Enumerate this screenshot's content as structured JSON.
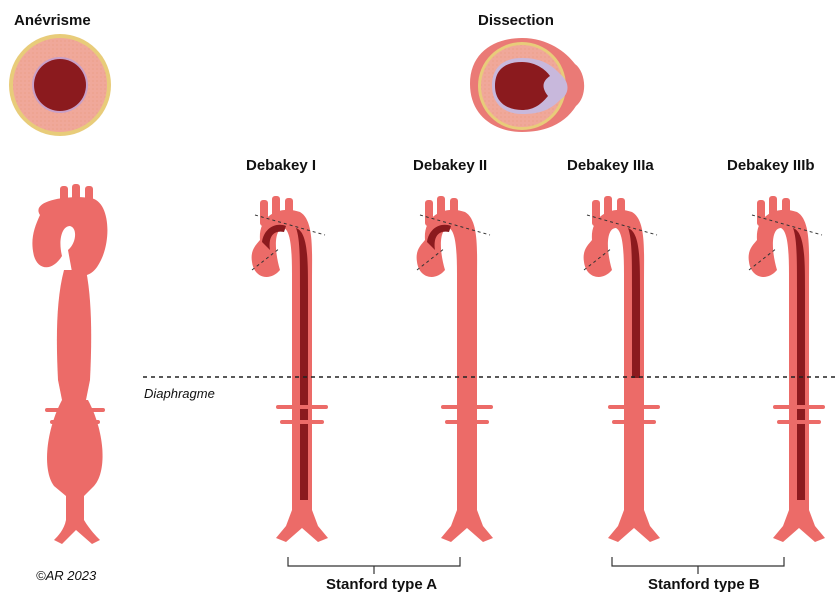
{
  "titles": {
    "aneurysm": "Anévrisme",
    "dissection": "Dissection"
  },
  "types": [
    {
      "label": "Debakey I"
    },
    {
      "label": "Debakey II"
    },
    {
      "label": "Debakey IIIa"
    },
    {
      "label": "Debakey IIIb"
    }
  ],
  "diaphragm_label": "Diaphragme",
  "stanford": {
    "a": "Stanford type A",
    "b": "Stanford type B"
  },
  "copyright": "©AR 2023",
  "colors": {
    "aorta": "#ec6b68",
    "aorta_dark": "#c94745",
    "false_lumen": "#8b1a1e",
    "adventitia": "#e8cc7a",
    "media": "#f2a89a",
    "intima": "#b9b2d9"
  }
}
